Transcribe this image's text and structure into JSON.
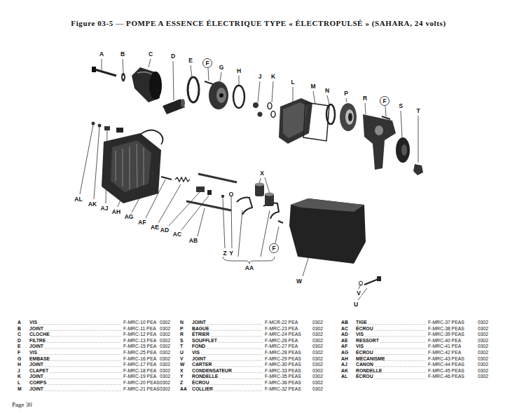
{
  "diagram": {
    "title": "Figure 03-5 — POMPE A ESSENCE ÉLECTRIQUE TYPE « ÉLECTROPULSÉ » (SAHARA, 24 volts)",
    "labels": [
      "A",
      "B",
      "C",
      "D",
      "E",
      "F",
      "G",
      "H",
      "J",
      "K",
      "F",
      "L",
      "M",
      "N",
      "P",
      "R",
      "F",
      "S",
      "T",
      "AL",
      "AK",
      "AJ",
      "AH",
      "AG",
      "AF",
      "AE",
      "AD",
      "AC",
      "AB",
      "X",
      "Z",
      "Y",
      "F",
      "AA",
      "W",
      "V",
      "U",
      "A",
      "VIS",
      "F-MRC-10 PEA",
      "0302",
      "B",
      "JOINT",
      "F-MRC-11 PEA",
      "0302",
      "C",
      "CLOCHE",
      "F-MRC-12 PEA",
      "0302",
      "D",
      "FILTRE",
      "F-MRC-13 PEA",
      "0302",
      "E",
      "JOINT",
      "F-MRC-15 PEA",
      "0302",
      "F",
      "VIS",
      "F-MRC-25 PEA",
      "0302",
      "G",
      "EMBASE",
      "F-MRC-16 PEA",
      "0302",
      "H",
      "JOINT",
      "F-MRC-17 PEA",
      "0302",
      "J",
      "CLAPET",
      "F-MRC-18 PEA",
      "0302",
      "K",
      "JOINT",
      "F-MRC-19 PEA",
      "0302",
      "L",
      "CORPS",
      "F-MRC-20 PEAS",
      "0302",
      "M",
      "JOINT",
      "F-MRC-21 PEAS",
      "0302",
      "N",
      "JOINT",
      "F-MCR-22 PEA",
      "0302",
      "P",
      "BAGUE",
      "F-MRC-23 PEA",
      "0302",
      "R",
      "ÉTRIER",
      "F-MRC-24 PEAS",
      "0302",
      "S",
      "SOUFFLET",
      "F-MRC-26 PEA",
      "0302",
      "T",
      "FOND",
      "F-MRC-27 PEA",
      "0302",
      "U",
      "VIS",
      "F-MRC-28 PEAS",
      "0302",
      "V",
      "JOINT",
      "F-MRC-29 PEAS",
      "0302",
      "W",
      "CARTER",
      "F-MRC-30 PEAS",
      "0302",
      "X",
      "CONDENSATEUR",
      "F-MRC-33 PEAS",
      "0302",
      "Y",
      "RONDELLE",
      "F-MRC-35 PEAS",
      "0302",
      "Z",
      "ÉCROU",
      "F-MRC-36 PEAS",
      "0302",
      "AA",
      "COLLIER",
      "F-MRC-32 PEAS",
      "0302",
      "AB",
      "TIGE",
      "F-MRC-37 PEAS",
      "0302",
      "AC",
      "ÉCROU",
      "F-MRC-38 PEAS",
      "0302",
      "AD",
      "VIS",
      "F-MRC-39 PEAS",
      "0302",
      "AE",
      "RESSORT",
      "F-MRC-40 PEA",
      "0302",
      "AF",
      "VIS",
      "F-MRC-41 PEA",
      "0302",
      "AG",
      "ÉCROU",
      "F-MRC-42 PEA",
      "0302",
      "AH",
      "MÉCANISME",
      "F-MRC-43 PEAS",
      "0302",
      "AJ",
      "CANON",
      "F-MRC-44 PEAS",
      "0302",
      "AK",
      "RONDELLE",
      "F-MRC-45 PEAS",
      "0302",
      "AL",
      "ÉCROU",
      "F-MRC-46 PEAS",
      "0302",
      "Page 30"
    ]
  }
}
